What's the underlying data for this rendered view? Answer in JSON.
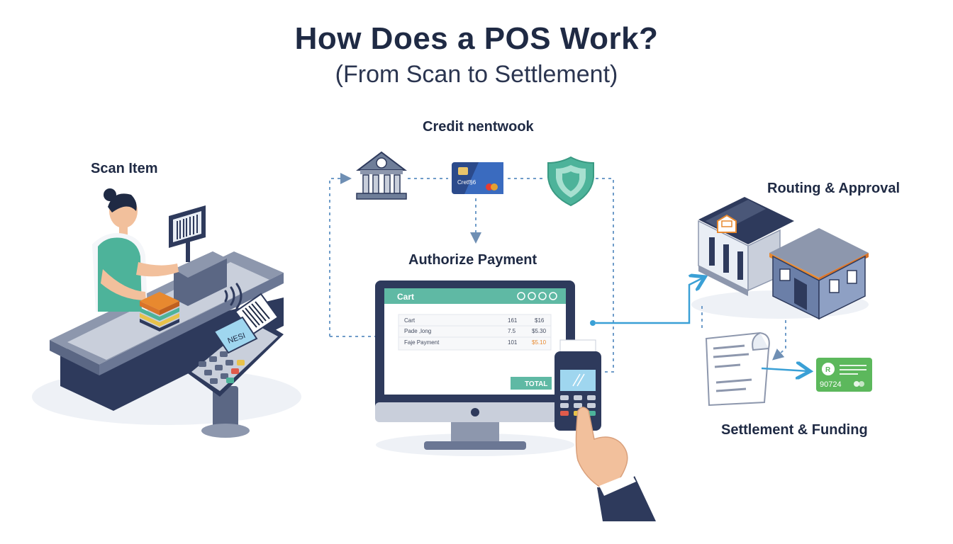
{
  "header": {
    "title": "How Does a POS Work?",
    "subtitle": "(From Scan to Settlement)"
  },
  "steps": {
    "scan": "Scan Item",
    "credit": "Credit nentwook",
    "authorize": "Authorize Payment",
    "routing": "Routing & Approval",
    "settlement": "Settlement & Funding"
  },
  "terminal_left": {
    "screen_text": "NESI"
  },
  "credit_card": {
    "text": "Cretf§6"
  },
  "cart": {
    "header": "Cart",
    "rows": [
      {
        "name": "Cart",
        "qty": "161",
        "price": "$16"
      },
      {
        "name": "Pade ,long",
        "qty": "7.5",
        "price": "$5.30"
      },
      {
        "name": "Faje Payment",
        "qty": "101",
        "price": "$5.10"
      }
    ],
    "total_label": "TOTAL"
  },
  "funding_card": {
    "number": "90724"
  },
  "colors": {
    "teal": "#4db39a",
    "navy": "#2e3a5c",
    "flow_blue": "#3aa0d6",
    "orange": "#e8892f",
    "green_card": "#5cb85c"
  }
}
